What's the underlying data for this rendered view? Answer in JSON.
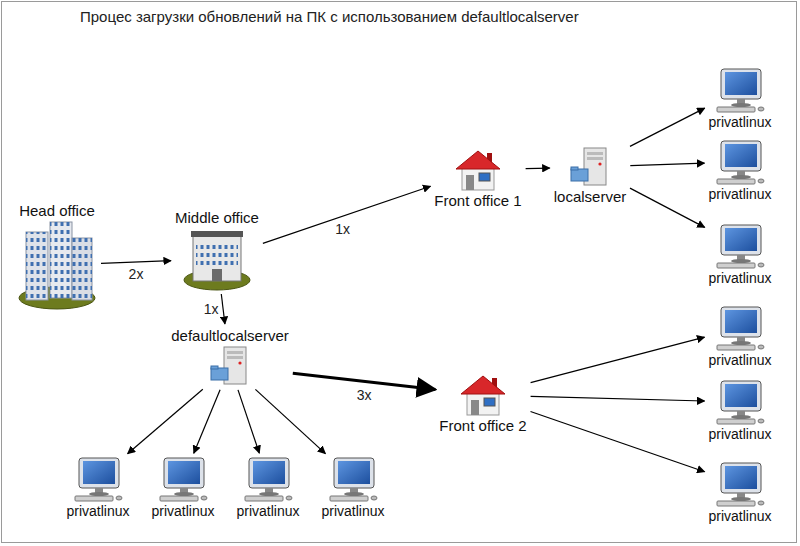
{
  "diagram": {
    "title": "Процес загрузки обновлений на ПК с использованием defaultlocalserver",
    "nodes": [
      {
        "text": [
          "Head office"
        ]
      },
      {
        "text": [
          "Middle office"
        ]
      },
      {
        "text": [
          "Front office 1"
        ]
      },
      {
        "text": [
          "localserver"
        ]
      },
      {
        "text": [
          "privatlinux"
        ]
      },
      {
        "text": [
          "privatlinux"
        ]
      },
      {
        "text": [
          "privatlinux"
        ]
      },
      {
        "text": [
          "defaultlocalserver"
        ]
      },
      {
        "text": [
          "Front office 2"
        ]
      },
      {
        "text": [
          "privatlinux"
        ]
      },
      {
        "text": [
          "privatlinux"
        ]
      },
      {
        "text": [
          "privatlinux"
        ]
      },
      {
        "text": [
          "privatlinux"
        ]
      },
      {
        "text": [
          "privatlinux"
        ]
      },
      {
        "text": [
          "privatlinux"
        ]
      },
      {
        "text": [
          "privatlinux"
        ]
      }
    ],
    "edges": [
      {
        "from": 0,
        "to": 1,
        "arrow": "to",
        "label": "2x"
      },
      {
        "from": 1,
        "to": 2,
        "arrow": "to",
        "label": "1x"
      },
      {
        "from": 1,
        "to": 7,
        "arrow": "to",
        "label": "1x"
      },
      {
        "from": 2,
        "to": 3,
        "arrow": "to"
      },
      {
        "from": 3,
        "to": 4,
        "arrow": "to"
      },
      {
        "from": 3,
        "to": 5,
        "arrow": "to"
      },
      {
        "from": 3,
        "to": 6,
        "arrow": "to"
      },
      {
        "from": 7,
        "to": 8,
        "arrow": "to",
        "label": "3x"
      },
      {
        "from": 8,
        "to": 9,
        "arrow": "to"
      },
      {
        "from": 8,
        "to": 10,
        "arrow": "to"
      },
      {
        "from": 8,
        "to": 11,
        "arrow": "to"
      },
      {
        "from": 7,
        "to": 12,
        "arrow": "to"
      },
      {
        "from": 7,
        "to": 13,
        "arrow": "to"
      },
      {
        "from": 7,
        "to": 14,
        "arrow": "to"
      },
      {
        "from": 7,
        "to": 15,
        "arrow": "to"
      }
    ]
  }
}
